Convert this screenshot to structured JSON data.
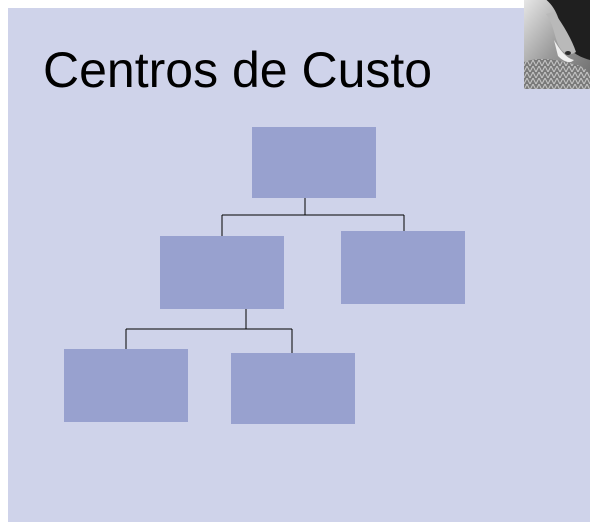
{
  "slide": {
    "title": "Centros de Custo",
    "background_color": "#cfd3ea",
    "box_color": "#98a1cf"
  },
  "org_chart": {
    "nodes": [
      {
        "id": "root",
        "label": "",
        "parent": null
      },
      {
        "id": "left-child",
        "label": "",
        "parent": "root"
      },
      {
        "id": "right-child",
        "label": "",
        "parent": "root"
      },
      {
        "id": "grandchild-left",
        "label": "",
        "parent": "left-child"
      },
      {
        "id": "grandchild-right",
        "label": "",
        "parent": "left-child"
      }
    ]
  },
  "decoration": {
    "photo_icon": "woman-photo-icon"
  }
}
